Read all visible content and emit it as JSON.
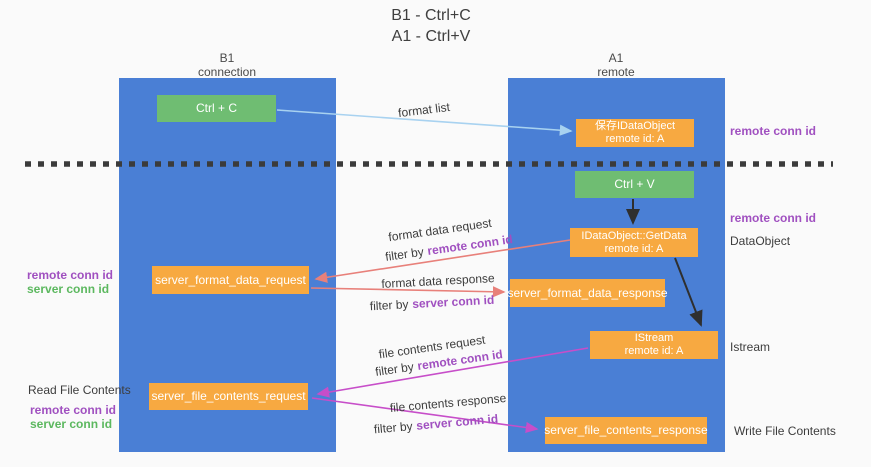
{
  "title": {
    "line1": "B1 - Ctrl+C",
    "line2": "A1 - Ctrl+V"
  },
  "lanes": {
    "left": {
      "name": "B1",
      "role": "connection"
    },
    "right": {
      "name": "A1",
      "role": "remote"
    }
  },
  "boxes": {
    "ctrl_c": {
      "label": "Ctrl + C"
    },
    "save_dataobject": {
      "line1": "保存IDataObject",
      "line2": "remote id: A"
    },
    "ctrl_v": {
      "label": "Ctrl + V"
    },
    "getdata": {
      "line1": "IDataObject::GetData",
      "line2": "remote id: A"
    },
    "istream": {
      "line1": "IStream",
      "line2": "remote id: A"
    },
    "server_format_data_request": {
      "label": "server_format_data_request"
    },
    "server_format_data_response": {
      "label": "server_format_data_response"
    },
    "server_file_contents_request": {
      "label": "server_file_contents_request"
    },
    "server_file_contents_response": {
      "label": "server_file_contents_response"
    }
  },
  "flow_labels": {
    "format_list": "format list",
    "format_data_request": "format data request",
    "filter_by_remote_1": {
      "prefix": "filter by",
      "id": "remote conn id"
    },
    "format_data_response": "format data response",
    "filter_by_server_1": {
      "prefix": "filter by",
      "id": "server conn id"
    },
    "file_contents_request": "file contents request",
    "filter_by_remote_2": {
      "prefix": "filter by",
      "id": "remote conn id"
    },
    "file_contents_response": "file contents response",
    "filter_by_server_2": {
      "prefix": "filter by",
      "id": "server conn id"
    }
  },
  "side_labels": {
    "right_remote_conn_top": "remote conn id",
    "right_remote_conn_mid": "remote conn id",
    "dataobject": "DataObject",
    "istream": "Istream",
    "write_file_contents": "Write File Contents",
    "left_remote_conn_1": "remote conn id",
    "left_server_conn_1": "server conn id",
    "read_file_contents": "Read File Contents",
    "left_remote_conn_2": "remote conn id",
    "left_server_conn_2": "server conn id"
  },
  "colors": {
    "lane_blue": "#4a7fd5",
    "box_green": "#6fbd72",
    "box_orange": "#f7a941",
    "purple_text": "#a050c0",
    "green_text": "#5cb85f",
    "arrow_salmon": "#e8807a",
    "arrow_magenta": "#c74ec9",
    "arrow_lightblue": "#a8d2f0",
    "arrow_black": "#2f2f2f",
    "dashed_line": "#3b3b3b"
  }
}
